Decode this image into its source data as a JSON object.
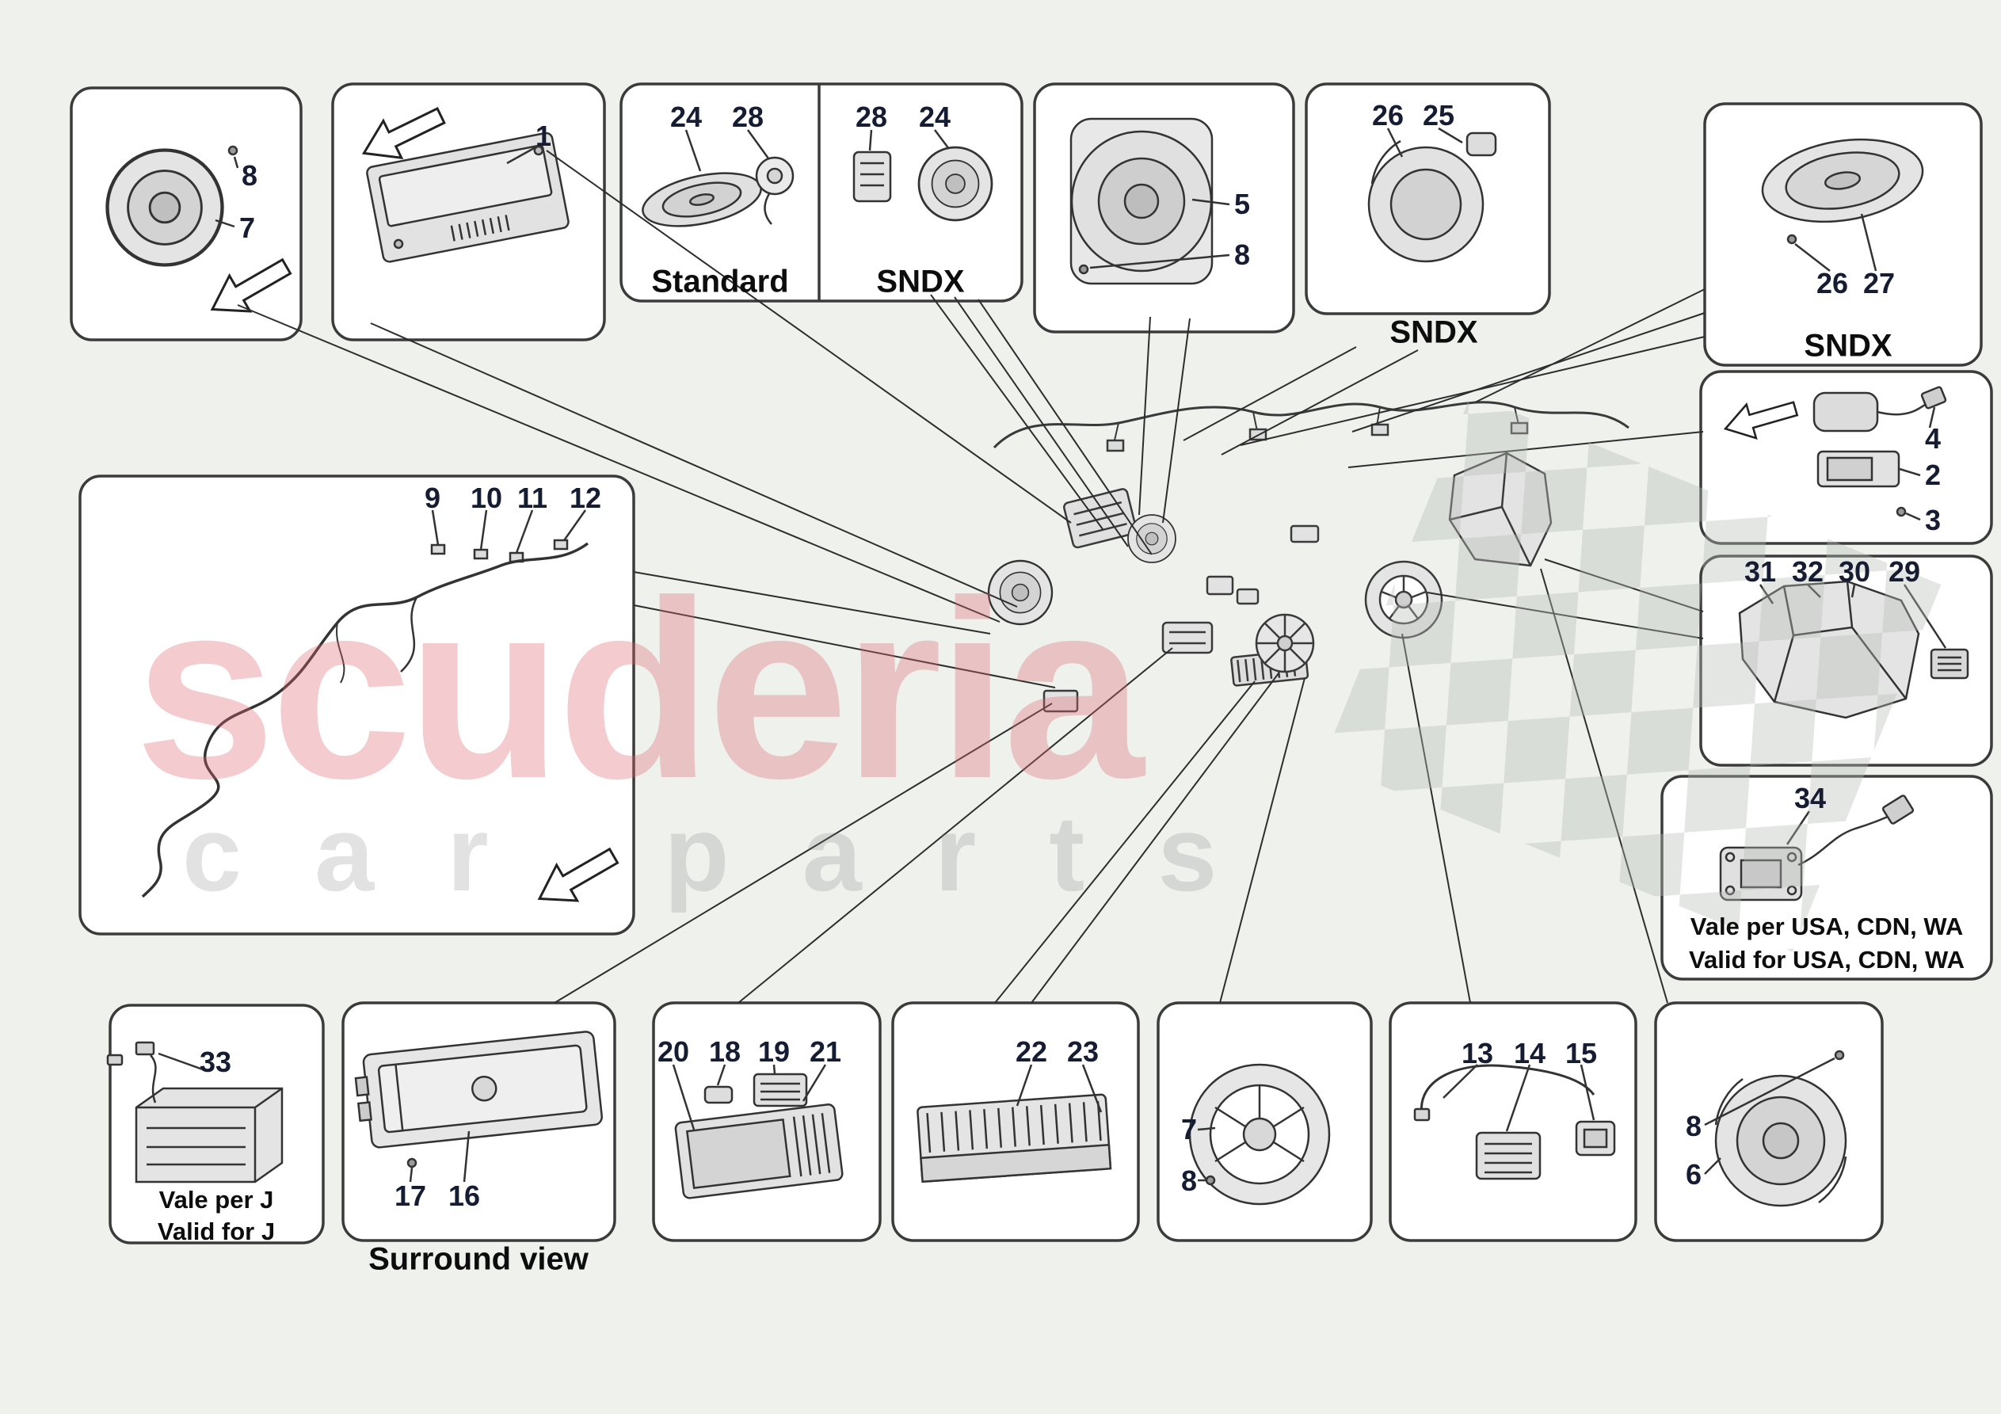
{
  "diagram": {
    "background": "#eef1ec",
    "accent_pink": "#e06a74",
    "line_color": "#2e2e2e"
  },
  "watermark": {
    "brand": "scuderia",
    "sub": "car parts"
  },
  "panels": {
    "front_door_speaker": {
      "callout_8": "8",
      "callout_7": "7"
    },
    "head_unit": {
      "callout_1": "1"
    },
    "standard_speaker": {
      "callout_24": "24",
      "callout_28": "28",
      "caption": "Standard"
    },
    "sndx_front": {
      "callout_28": "28",
      "callout_24": "24",
      "caption": "SNDX"
    },
    "mid_range_speaker": {
      "callout_5": "5",
      "callout_8": "8"
    },
    "sndx_tweeter": {
      "callout_26": "26",
      "callout_25": "25",
      "caption": "SNDX"
    },
    "sndx_rear_speaker": {
      "callout_26": "26",
      "callout_27": "27",
      "caption": "SNDX"
    },
    "antenna_modules": {
      "callout_4": "4",
      "callout_2": "2",
      "callout_3": "3"
    },
    "air_duct": {
      "callout_31": "31",
      "callout_32": "32",
      "callout_30": "30",
      "callout_29": "29"
    },
    "usa_module": {
      "callout_34": "34",
      "caption_line1": "Vale per USA, CDN, WA",
      "caption_line2": "Valid for USA, CDN, WA"
    },
    "wiring_harness": {
      "callout_9": "9",
      "callout_10": "10",
      "callout_11": "11",
      "callout_12": "12"
    },
    "japan_module": {
      "callout_33": "33",
      "caption_line1": "Vale per J",
      "caption_line2": "Valid for J"
    },
    "surround_view_ecu": {
      "callout_17": "17",
      "callout_16": "16",
      "caption": "Surround view"
    },
    "control_modules": {
      "callout_20": "20",
      "callout_18": "18",
      "callout_19": "19",
      "callout_21": "21"
    },
    "amplifier": {
      "callout_22": "22",
      "callout_23": "23"
    },
    "subwoofer": {
      "callout_7": "7",
      "callout_8": "8"
    },
    "antenna_cables": {
      "callout_13": "13",
      "callout_14": "14",
      "callout_15": "15"
    },
    "rear_speaker": {
      "callout_8": "8",
      "callout_6": "6"
    }
  }
}
